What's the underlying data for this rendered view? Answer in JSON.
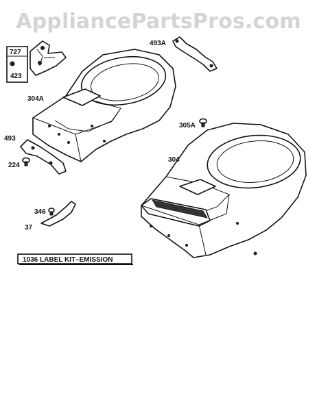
{
  "watermark": "AppliancePartsPros.com",
  "parts": {
    "p727": "727",
    "p423": "423",
    "p493A": "493A",
    "p304A": "304A",
    "p305A": "305A",
    "p493": "493",
    "p224": "224",
    "p304": "304",
    "p346": "346",
    "p37": "37"
  },
  "kit_label": "1036 LABEL KIT–EMISSION"
}
